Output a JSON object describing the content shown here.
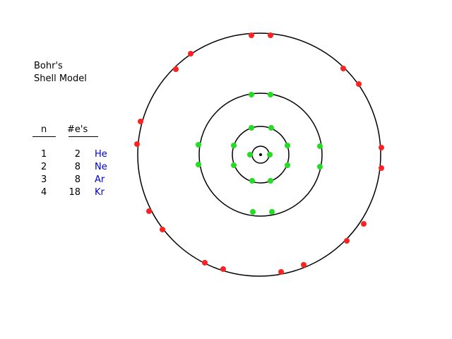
{
  "title": {
    "line1": "Bohr's",
    "line2": "Shell Model"
  },
  "table": {
    "headers": {
      "n": "n",
      "electrons": "#e's"
    },
    "rows": [
      {
        "n": "1",
        "electrons": "2",
        "element": "He"
      },
      {
        "n": "2",
        "electrons": "8",
        "element": "Ne"
      },
      {
        "n": "3",
        "electrons": "8",
        "element": "Ar"
      },
      {
        "n": "4",
        "electrons": "18",
        "element": "Kr"
      }
    ]
  },
  "shells": [
    {
      "n": 1,
      "electrons": 2,
      "color": "#22dd22"
    },
    {
      "n": 2,
      "electrons": 8,
      "color": "#22dd22"
    },
    {
      "n": 3,
      "electrons": 8,
      "color": "#22dd22"
    },
    {
      "n": 4,
      "electrons": 18,
      "color": "#ff2222"
    }
  ],
  "colors": {
    "element_text": "#0000cc",
    "orbit": "#000000",
    "nucleus": "#000000"
  }
}
